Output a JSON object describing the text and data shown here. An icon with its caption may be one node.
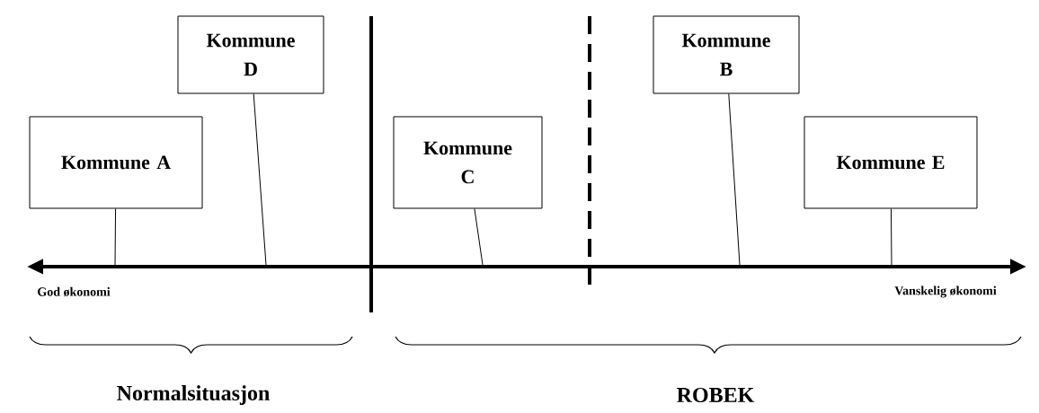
{
  "diagram": {
    "nodes": [
      {
        "text": [
          "Kommune A"
        ]
      },
      {
        "text": [
          "Kommune D"
        ]
      },
      {
        "text": [
          "Kommune C"
        ]
      },
      {
        "text": [
          "Kommune B"
        ]
      },
      {
        "text": [
          "Kommune E"
        ]
      }
    ],
    "edges": [
      {
        "from": 0,
        "to": null,
        "arrow": "none"
      },
      {
        "from": 1,
        "to": null,
        "arrow": "none"
      },
      {
        "from": 2,
        "to": null,
        "arrow": "none"
      },
      {
        "from": 3,
        "to": null,
        "arrow": "none"
      },
      {
        "from": 4,
        "to": null,
        "arrow": "none"
      }
    ],
    "labels": [
      "God økonomi",
      "Vanskelig økonomi",
      "Normalsituasjon",
      "ROBEK"
    ]
  }
}
